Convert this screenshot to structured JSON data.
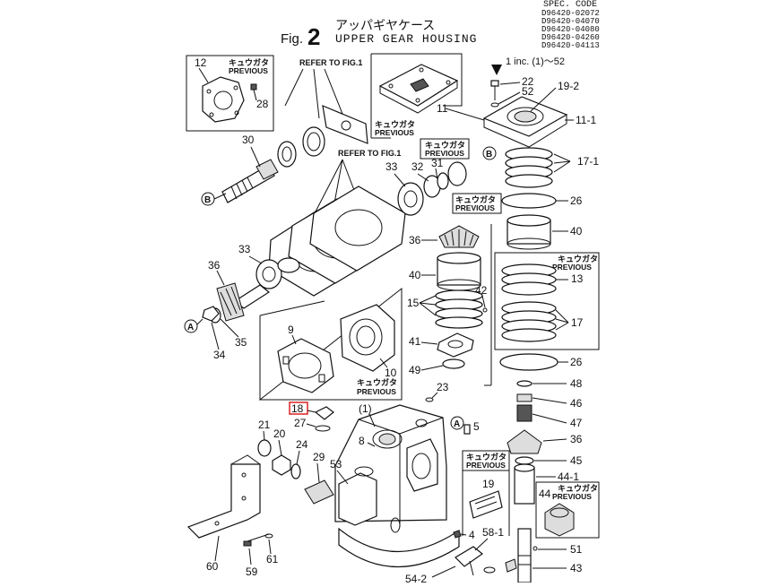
{
  "spec": {
    "title": "SPEC. CODE",
    "codes": [
      "D96420-02072",
      "D96420-04070",
      "D96420-04080",
      "D96420-04260",
      "D96420-04113"
    ]
  },
  "figure": {
    "prefix": "Fig.",
    "number": "2",
    "title_jp": "アッパギヤケース",
    "title_en": "UPPER GEAR HOUSING"
  },
  "notes": {
    "refer1": "REFER TO FIG.1",
    "refer2": "REFER TO FIG.1",
    "inc": "1 inc. (1)～52"
  },
  "tags": {
    "jp": "キュウガタ",
    "en": "PREVIOUS"
  },
  "circles": {
    "a": "A",
    "b": "B"
  },
  "parts": {
    "p12": "12",
    "p28": "28",
    "p30": "30",
    "p11": "11",
    "p22": "22",
    "p52": "52",
    "p19_2": "19-2",
    "p11_1": "11-1",
    "p17_1": "17-1",
    "p31": "31",
    "p32": "32",
    "p33a": "33",
    "p26a": "26",
    "p40a": "40",
    "p36a": "36",
    "p40b": "40",
    "p15": "15",
    "p42": "42",
    "p13": "13",
    "p17": "17",
    "p41": "41",
    "p49": "49",
    "p26b": "26",
    "p33b": "33",
    "p36b": "36",
    "p35": "35",
    "p34": "34",
    "p9": "9",
    "p10": "10",
    "p18": "18",
    "p27": "27",
    "p1": "(1)",
    "p23": "23",
    "p5": "5",
    "p8": "8",
    "p21": "21",
    "p20": "20",
    "p24": "24",
    "p29": "29",
    "p53": "53",
    "p48": "48",
    "p46": "46",
    "p47": "47",
    "p36c": "36",
    "p45": "45",
    "p44_1": "44-1",
    "p44": "44",
    "p19": "19",
    "p4": "4",
    "p58_1": "58-1",
    "p51": "51",
    "p43": "43",
    "p60": "60",
    "p59": "59",
    "p61": "61",
    "p54_2": "54-2"
  }
}
